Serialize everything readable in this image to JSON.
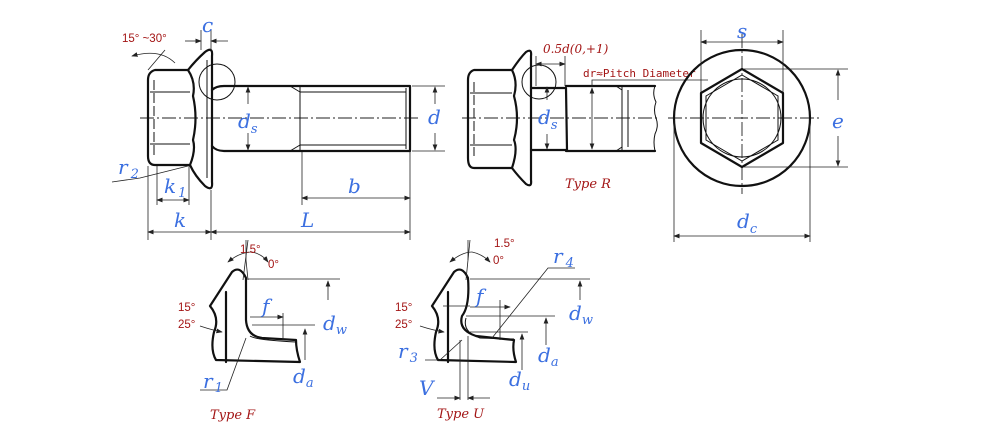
{
  "title": "Hexagon flange bolt dimensions diagram",
  "colors": {
    "dimension_label": "#3b6fe0",
    "annotation": "#a31515",
    "line": "#111111"
  },
  "main_view": {
    "angle": "15° ~30°",
    "c": "c",
    "ds": "d",
    "ds_sub": "s",
    "d": "d",
    "r2": "r",
    "r2_sub": "2",
    "k1": "k",
    "k1_sub": "1",
    "k": "k",
    "b": "b",
    "L": "L"
  },
  "type_r": {
    "neck_length": "0.5d(0,+1)",
    "dr_note": "dr≈Pitch Diameter",
    "ds": "d",
    "ds_sub": "s",
    "caption": "Type R"
  },
  "top_view": {
    "s": "s",
    "e": "e",
    "dc": "d",
    "dc_sub": "c"
  },
  "type_f": {
    "angle_top": "1.5°",
    "angle_zero": "0°",
    "angle_15": "15°",
    "angle_25": "25°",
    "f": "f",
    "dw": "d",
    "dw_sub": "w",
    "da": "d",
    "da_sub": "a",
    "r1": "r",
    "r1_sub": "1",
    "caption": "Type F"
  },
  "type_u": {
    "angle_top": "1.5°",
    "angle_zero": "0°",
    "angle_15": "15°",
    "angle_25": "25°",
    "f": "f",
    "r4": "r",
    "r4_sub": "4",
    "dw": "d",
    "dw_sub": "w",
    "r3": "r",
    "r3_sub": "3",
    "da": "d",
    "da_sub": "a",
    "du": "d",
    "du_sub": "u",
    "V": "V",
    "caption": "Type U"
  }
}
